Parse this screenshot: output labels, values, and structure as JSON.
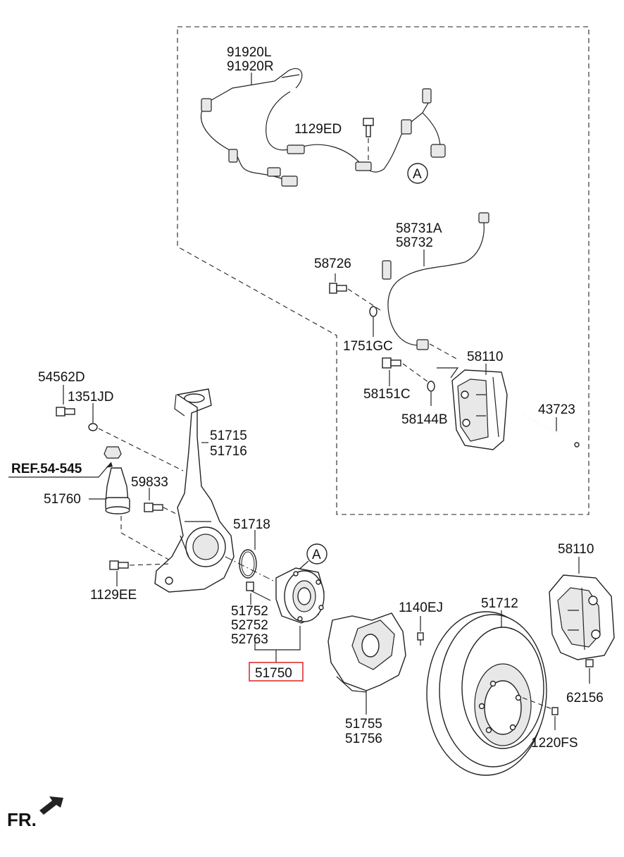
{
  "colors": {
    "line": "#222222",
    "highlight": "#e03030",
    "background": "#ffffff"
  },
  "labels": {
    "p91920L": "91920L",
    "p91920R": "91920R",
    "p1129ED": "1129ED",
    "circleA_top": "A",
    "p58731A": "58731A",
    "p58732": "58732",
    "p58726": "58726",
    "p1751GC": "1751GC",
    "p58110_top": "58110",
    "p58151C": "58151C",
    "p58144B": "58144B",
    "p43723": "43723",
    "p54562D": "54562D",
    "p1351JD": "1351JD",
    "p51715": "51715",
    "p51716": "51716",
    "ref": "REF.54-545",
    "p59833": "59833",
    "p51760": "51760",
    "p51718": "51718",
    "circleA_hub": "A",
    "p1129EE": "1129EE",
    "p51752": "51752",
    "p52752": "52752",
    "p52763": "52763",
    "p51750": "51750",
    "p1140EJ": "1140EJ",
    "p51712": "51712",
    "p58110_bottom": "58110",
    "p62156": "62156",
    "p51755": "51755",
    "p51756": "51756",
    "p1220FS": "1220FS",
    "fr": "FR."
  }
}
